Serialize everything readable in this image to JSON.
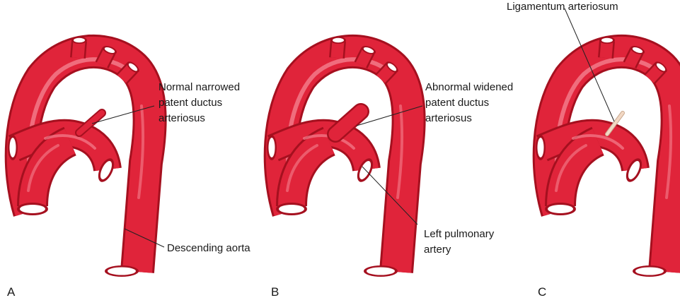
{
  "panels": [
    {
      "letter": "A"
    },
    {
      "letter": "B"
    },
    {
      "letter": "C"
    }
  ],
  "labels": {
    "a_ductus_1": "Normal narrowed",
    "a_ductus_2": "patent ductus",
    "a_ductus_3": "arteriosus",
    "a_descending": "Descending aorta",
    "b_ductus_1": "Abnormal widened",
    "b_ductus_2": "patent ductus",
    "b_ductus_3": "arteriosus",
    "b_pulmonary_1": "Left pulmonary",
    "b_pulmonary_2": "artery",
    "c_ligamentum": "Ligamentum arteriosum"
  },
  "colors": {
    "vessel": "#e0243a",
    "vessel_dark": "#a5101f",
    "vessel_highlight": "#f4808e",
    "lumen": "#ffffff",
    "ligament": "#f2d8c4",
    "leader": "#222222"
  }
}
